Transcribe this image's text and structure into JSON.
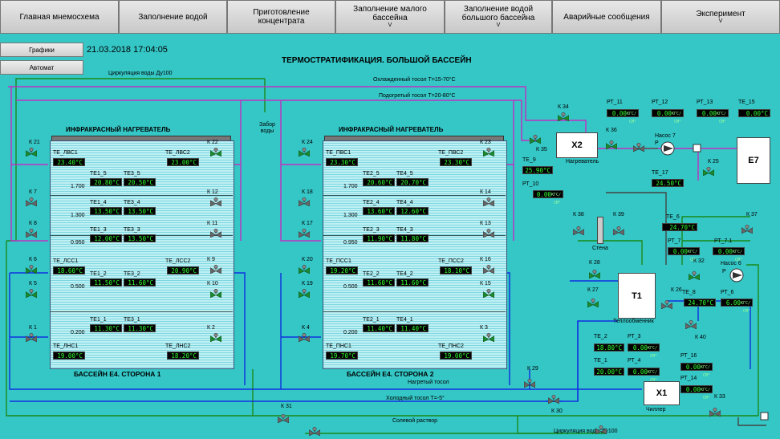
{
  "nav": [
    {
      "label": "Главная мнемосхема",
      "dropdown": ""
    },
    {
      "label": "Заполнение водой",
      "dropdown": ""
    },
    {
      "label": "Приготовление концентрата",
      "dropdown": ""
    },
    {
      "label": "Заполнение малого бассейна",
      "dropdown": "V"
    },
    {
      "label": "Заполнение водой большого бассейна",
      "dropdown": "V"
    },
    {
      "label": "Аварийные сообщения",
      "dropdown": ""
    },
    {
      "label": "Эксперимент",
      "dropdown": "V"
    }
  ],
  "side": {
    "graphs": "Графики",
    "auto": "Автомат"
  },
  "datetime": "21.03.2018 17:04:05",
  "title": "ТЕРМОСТРАТИФИКАЦИЯ. БОЛЬШОЙ БАССЕЙН",
  "lines": {
    "circ_top": "Циркуляция воды Ду100",
    "cooled": "Охлажденный тосол Т=15-70°С",
    "heated": "Подогретый тосол Т=20-80°С",
    "intake": "Забор воды",
    "heated2": "Нагретый тосол",
    "cold": "Холодный тосол Т=-5°",
    "brine": "Солевой раствор",
    "circ_bottom": "Циркуляция воды Ду100"
  },
  "pools": [
    {
      "heater": "ИНФРАКРАСНЫЙ НАГРЕВАТЕЛЬ",
      "name": "БАССЕЙН Е4. СТОРОНА 1",
      "left": [
        {
          "label": "ТЕ_ЛВС1",
          "value": "23.40°С"
        },
        {
          "label": "ТЕ_ЛСС1",
          "value": "18.60°С"
        },
        {
          "label": "ТЕ_ЛНС1",
          "value": "19.00°С"
        }
      ],
      "right": [
        {
          "label": "ТЕ_ЛВС2",
          "value": "23.00°С"
        },
        {
          "label": "ТЕ_ЛСС2",
          "value": "20.90°С"
        },
        {
          "label": "ТЕ_ЛНС2",
          "value": "18.20°С"
        }
      ],
      "depths": [
        "1.700",
        "1.300",
        "0.950",
        "0.500",
        "0.200"
      ],
      "sensors": [
        [
          {
            "label": "ТЕ1_5",
            "value": "20.80°С"
          },
          {
            "label": "ТЕ3_5",
            "value": "20.50°С"
          }
        ],
        [
          {
            "label": "ТЕ1_4",
            "value": "13.50°С"
          },
          {
            "label": "ТЕ3_4",
            "value": "13.50°С"
          }
        ],
        [
          {
            "label": "ТЕ1_3",
            "value": "12.00°С"
          },
          {
            "label": "ТЕ3_3",
            "value": "13.50°С"
          }
        ],
        [
          {
            "label": "ТЕ1_2",
            "value": "11.50°С"
          },
          {
            "label": "ТЕ3_2",
            "value": "11.60°С"
          }
        ],
        [
          {
            "label": "ТЕ1_1",
            "value": "11.30°С"
          },
          {
            "label": "ТЕ3_1",
            "value": "11.30°С"
          }
        ]
      ],
      "valvesL": [
        "К 21",
        "К 7",
        "К 8",
        "К 6",
        "К 5",
        "К 1"
      ],
      "valvesR": [
        "К 22",
        "К 12",
        "К 11",
        "К 9",
        "К 10",
        "К 2"
      ]
    },
    {
      "heater": "ИНФРАКРАСНЫЙ НАГРЕВАТЕЛЬ",
      "name": "БАССЕЙН Е4. СТОРОНА 2",
      "left": [
        {
          "label": "ТЕ_ПВС1",
          "value": "23.30°С"
        },
        {
          "label": "ТЕ_ПСС1",
          "value": "19.20°С"
        },
        {
          "label": "ТЕ_ПНС1",
          "value": "19.70°С"
        }
      ],
      "right": [
        {
          "label": "ТЕ_ПВС2",
          "value": "23.30°С"
        },
        {
          "label": "ТЕ_ПСС2",
          "value": "18.10°С"
        },
        {
          "label": "ТЕ_ПНС2",
          "value": "19.00°С"
        }
      ],
      "depths": [
        "1.700",
        "1.300",
        "0.950",
        "0.500",
        "0.200"
      ],
      "sensors": [
        [
          {
            "label": "ТЕ2_5",
            "value": "20.60°С"
          },
          {
            "label": "ТЕ4_5",
            "value": "20.70°С"
          }
        ],
        [
          {
            "label": "ТЕ2_4",
            "value": "13.60°С"
          },
          {
            "label": "ТЕ4_4",
            "value": "12.60°С"
          }
        ],
        [
          {
            "label": "ТЕ2_3",
            "value": "11.90°С"
          },
          {
            "label": "ТЕ4_3",
            "value": "11.80°С"
          }
        ],
        [
          {
            "label": "ТЕ2_2",
            "value": "11.60°С"
          },
          {
            "label": "ТЕ4_2",
            "value": "11.60°С"
          }
        ],
        [
          {
            "label": "ТЕ2_1",
            "value": "11.40°С"
          },
          {
            "label": "ТЕ4_1",
            "value": "11.40°С"
          }
        ]
      ],
      "valvesL": [
        "К 24",
        "К 18",
        "К 17",
        "К 20",
        "К 19",
        "К 4"
      ],
      "valvesR": [
        "К 23",
        "К 14",
        "К 13",
        "К 16",
        "К 15",
        "К 3"
      ]
    }
  ],
  "units": {
    "pressure": "КГС/СМ²"
  },
  "right": {
    "k34": "К 34",
    "k35": "К 35",
    "k36": "К 36",
    "x2": "Х2",
    "heater_lbl": "Нагреватель",
    "te9": {
      "label": "ТЕ_9",
      "value": "25.90°С"
    },
    "pt10": {
      "label": "РТ_10",
      "value": "0.00"
    },
    "pt11": {
      "label": "РТ_11",
      "value": "0.00"
    },
    "pt12": {
      "label": "РТ_12",
      "value": "0.00"
    },
    "pt13": {
      "label": "РТ_13",
      "value": "0.00"
    },
    "te15": {
      "label": "ТЕ_15",
      "value": "0.00°С"
    },
    "pump7": "Насос 7",
    "pump7_p": "Р",
    "e7": "Е7",
    "k25": "К 25",
    "te17": {
      "label": "ТЕ_17",
      "value": "24.50°С"
    },
    "k38": "К 38",
    "k39": "К 39",
    "wall": "Стена",
    "k37": "К 37",
    "te6": {
      "label": "ТЕ_6",
      "value": "24.70°С"
    },
    "pt7": {
      "label": "РТ_7",
      "value": "0.00"
    },
    "pt71": {
      "label": "РТ_7.1",
      "value": "0.00"
    },
    "k28": "К 28",
    "k32": "К 32",
    "pump6": "Насос 6",
    "pump6_p": "Р",
    "k27": "К 27",
    "t1": "Т1",
    "hx_lbl": "Теплообменник",
    "k26": "К 26",
    "te8": {
      "label": "ТЕ_8",
      "value": "24.70°С"
    },
    "pt6": {
      "label": "РТ_6",
      "value": "6.00"
    },
    "k40": "К 40",
    "te2": {
      "label": "ТЕ_2",
      "value": "18.80°С"
    },
    "pt3": {
      "label": "РТ_3",
      "value": "0.00"
    },
    "te1": {
      "label": "ТЕ_1",
      "value": "20.00°С"
    },
    "pt4": {
      "label": "РТ_4",
      "value": "0.00"
    },
    "pt16": {
      "label": "РТ_16",
      "value": "0.00"
    },
    "pt14": {
      "label": "РТ_14",
      "value": "0.00"
    },
    "k29": "К 29",
    "k30": "К 30",
    "x1": "Х1",
    "chiller": "Чиллер",
    "k33": "К 33",
    "k31": "К 31"
  }
}
